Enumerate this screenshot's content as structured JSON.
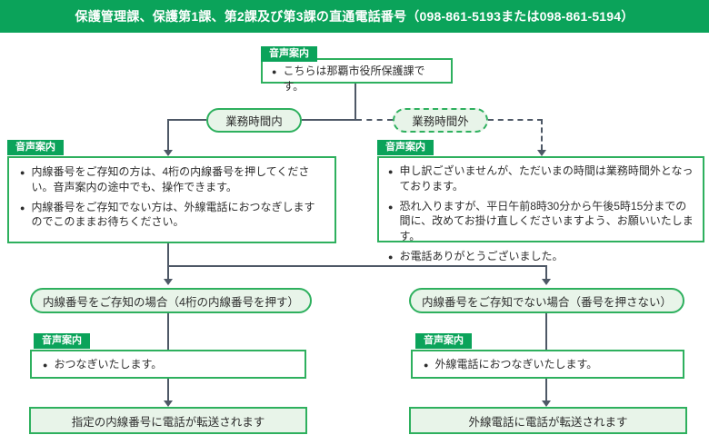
{
  "header": {
    "title": "保護管理課、保護第1課、第2課及び第3課の直通電話番号（098-861-5193または098-861-5194）"
  },
  "labels": {
    "voice_tab": "音声案内"
  },
  "chars": {
    "bullet": "●"
  },
  "flow": {
    "greeting_box": {
      "bullets": [
        "こちらは那覇市役所保護課です。"
      ]
    },
    "branch_in_hours": "業務時間内",
    "branch_after_hours": "業務時間外",
    "in_hours_box": {
      "bullets": [
        "内線番号をご存知の方は、4桁の内線番号を押してください。音声案内の途中でも、操作できます。",
        "内線番号をご存知でない方は、外線電話におつなぎしますのでこのままお待ちください。"
      ]
    },
    "after_hours_box": {
      "bullets": [
        "申し訳ございませんが、ただいまの時間は業務時間外となっております。",
        "恐れ入りますが、平日午前8時30分から午後5時15分までの間に、改めてお掛け直しくださいますよう、お願いいたします。",
        "お電話ありがとうございました。"
      ]
    },
    "case_known": "内線番号をご存知の場合（4桁の内線番号を押す）",
    "case_unknown": "内線番号をご存知でない場合（番号を押さない）",
    "connect_box": {
      "bullets": [
        "おつなぎいたします。"
      ]
    },
    "outside_connect_box": {
      "bullets": [
        "外線電話におつなぎいたします。"
      ]
    },
    "result_internal": "指定の内線番号に電話が転送されます",
    "result_external": "外線電話に電話が転送されます"
  },
  "colors": {
    "brand_green": "#0ba35a",
    "border_green": "#2eb05e",
    "light_green": "#e8f4e9",
    "connector_gray": "#4e5866",
    "text": "#2d2d2d"
  }
}
